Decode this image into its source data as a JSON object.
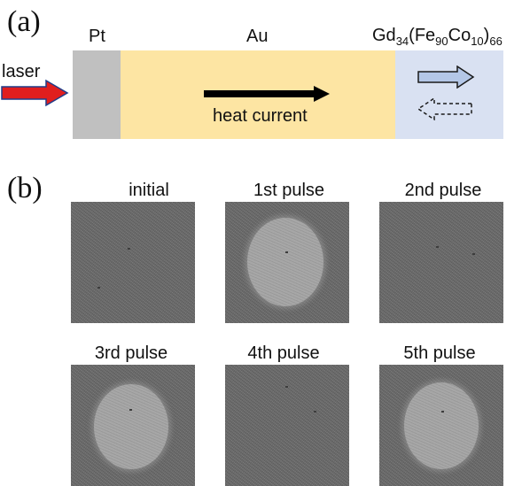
{
  "panel_a": {
    "label": "(a)",
    "layers": {
      "pt": "Pt",
      "au": "Au",
      "gdfeco": {
        "gd": "Gd",
        "gd_sub": "34",
        "fe": "(Fe",
        "fe_sub": "90",
        "co": "Co",
        "co_sub": "10",
        "close": ")",
        "close_sub": "66"
      }
    },
    "laser_label": "laser",
    "heat_label": "heat current",
    "colors": {
      "pt": "#c0c0c0",
      "au": "#fde5a3",
      "gdfeco": "#d9e1f2",
      "laser_arrow": "#e01e1e",
      "magnet_arrow": "#b4c7e7"
    }
  },
  "panel_b": {
    "label": "(b)",
    "images": [
      {
        "label": "initial",
        "reversed_domain": false
      },
      {
        "label": "1st pulse",
        "reversed_domain": true
      },
      {
        "label": "2nd pulse",
        "reversed_domain": false
      },
      {
        "label": "3rd pulse",
        "reversed_domain": true
      },
      {
        "label": "4th pulse",
        "reversed_domain": false
      },
      {
        "label": "5th pulse",
        "reversed_domain": true
      }
    ]
  }
}
